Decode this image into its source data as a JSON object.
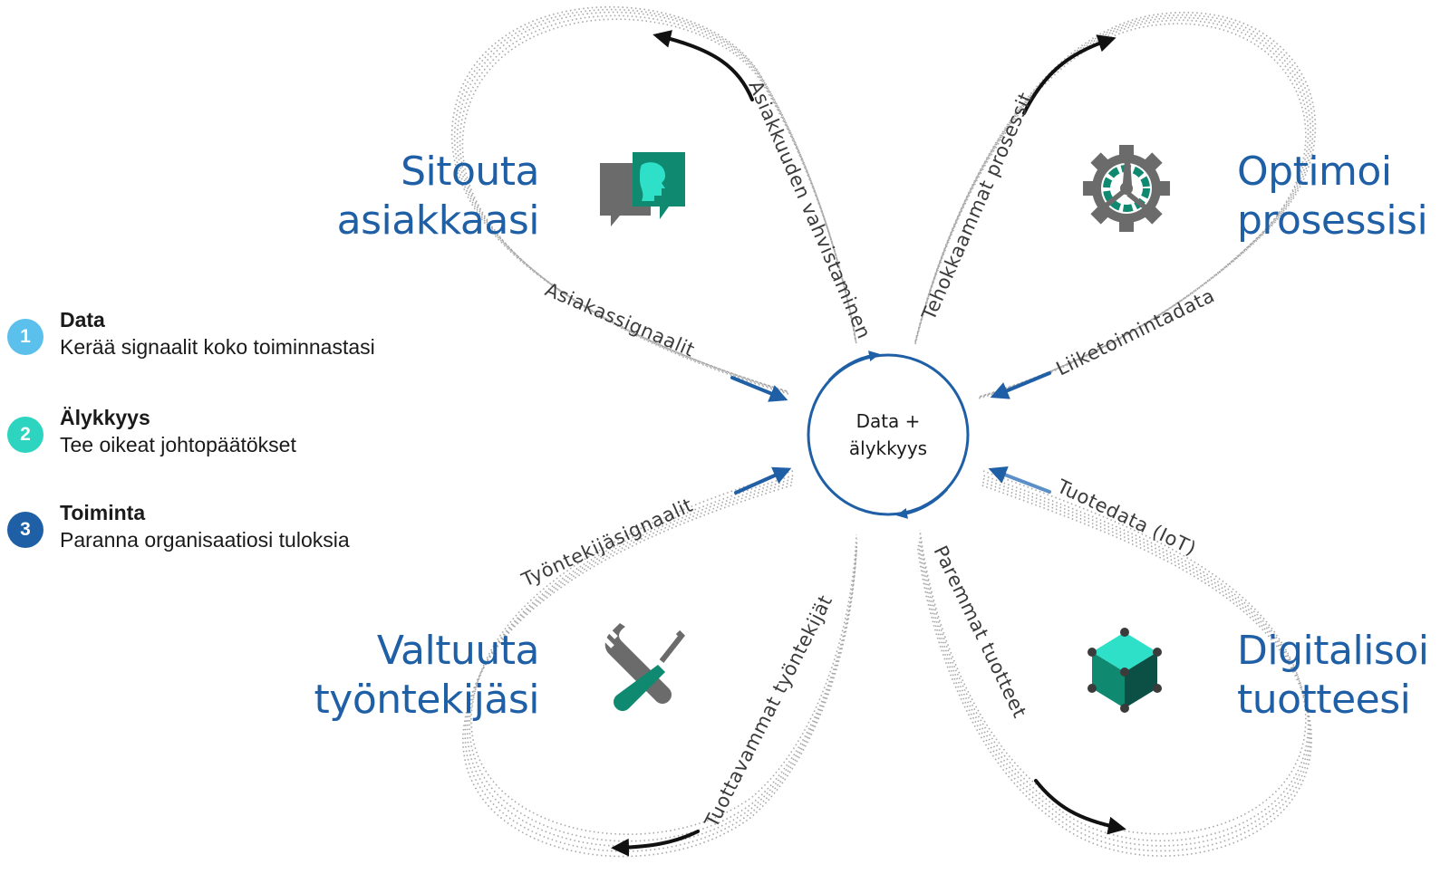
{
  "legend": [
    {
      "number": "1",
      "title": "Data",
      "description": "Kerää signaalit koko toiminnastasi",
      "color": "#5bc0eb"
    },
    {
      "number": "2",
      "title": "Älykkyys",
      "description": "Tee oikeat johtopäätökset",
      "color": "#2dd4bf"
    },
    {
      "number": "3",
      "title": "Toiminta",
      "description": "Paranna organisaatiosi tuloksia",
      "color": "#1f5fa6"
    }
  ],
  "center": {
    "line1": "Data +",
    "line2": "älykkyys"
  },
  "petals": {
    "top_left": {
      "title_line1": "Sitouta",
      "title_line2": "asiakkaasi",
      "icon": "chat-bubbles-icon",
      "outcome_label": "Asiakkuuden vahvistaminen",
      "signal_label": "Asiakassignaalit"
    },
    "top_right": {
      "title_line1": "Optimoi",
      "title_line2": "prosessisi",
      "icon": "gear-icon",
      "outcome_label": "Tehokkaammat prosessit",
      "signal_label": "Liiketoimintadata"
    },
    "bottom_left": {
      "title_line1": "Valtuuta",
      "title_line2": "työntekijäsi",
      "icon": "tools-icon",
      "outcome_label": "Tuottavammat työntekijät",
      "signal_label": "Työntekijäsignaalit"
    },
    "bottom_right": {
      "title_line1": "Digitalisoi",
      "title_line2": "tuotteesi",
      "icon": "cube-icon",
      "outcome_label": "Paremmat tuotteet",
      "signal_label": "Tuotedata (IoT)"
    }
  },
  "colors": {
    "accent_blue": "#1f5fa6",
    "teal": "#2dd4bf",
    "dark_teal": "#0f8a70",
    "gray": "#6b6b6b"
  }
}
